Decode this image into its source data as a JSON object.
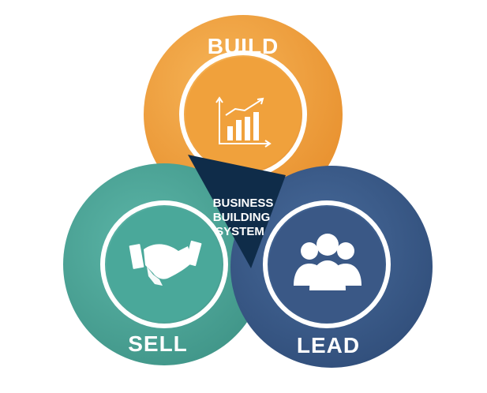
{
  "diagram": {
    "center_lines": [
      "BUSINESS",
      "BUILDING",
      "SYSTEM"
    ],
    "circles": [
      {
        "id": "build",
        "label": "BUILD",
        "icon": "bar-chart-icon",
        "color": "#f2a23f"
      },
      {
        "id": "sell",
        "label": "SELL",
        "icon": "handshake-icon",
        "color": "#4ea99c"
      },
      {
        "id": "lead",
        "label": "LEAD",
        "icon": "people-group-icon",
        "color": "#3c5b8a"
      }
    ],
    "center_color": "#0f2c49"
  }
}
